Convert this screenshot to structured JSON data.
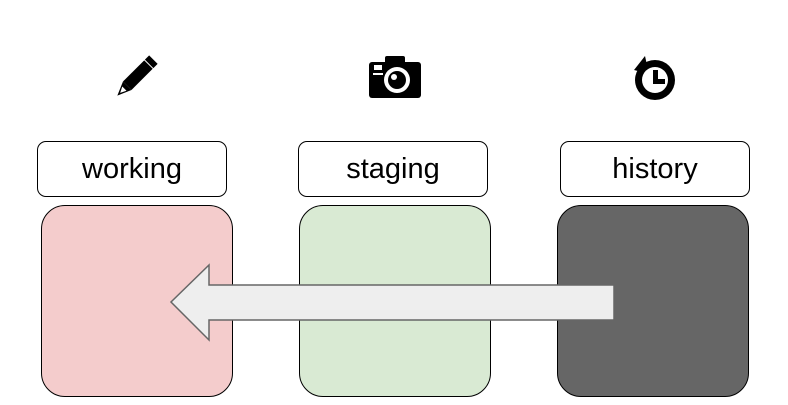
{
  "areas": [
    {
      "id": "working",
      "label": "working",
      "icon": "pencil-icon",
      "fill": "#f4cccc"
    },
    {
      "id": "staging",
      "label": "staging",
      "icon": "camera-icon",
      "fill": "#d9ead3"
    },
    {
      "id": "history",
      "label": "history",
      "icon": "history-icon",
      "fill": "#666666"
    }
  ],
  "arrow": {
    "from": "history",
    "to": "working",
    "fill": "#eeeeee",
    "stroke": "#666666"
  }
}
